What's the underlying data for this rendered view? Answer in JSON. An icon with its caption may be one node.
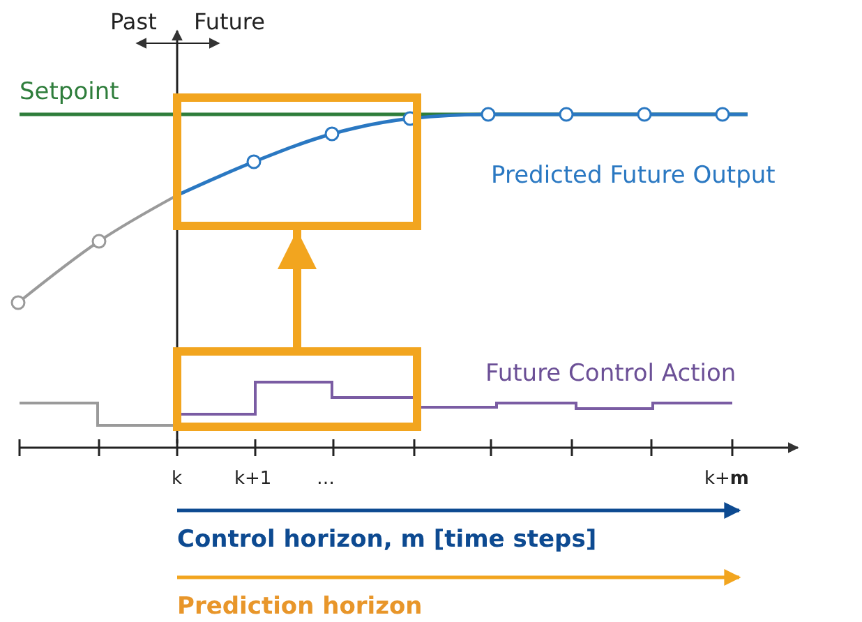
{
  "diagram": {
    "nodes": [
      {
        "text": [],
        "shape": "box"
      },
      {
        "text": [],
        "shape": "box"
      }
    ],
    "edges": [
      {
        "from": 1,
        "to": 0,
        "arrow": "to",
        "color": "#f2a51f"
      }
    ],
    "labels": [
      "Past",
      "Future",
      "Setpoint",
      "Predicted Future Output",
      "Future Control Action",
      "k",
      "k+1",
      "…",
      "k+**m**",
      "Control horizon, m [time steps]",
      "Prediction horizon"
    ]
  }
}
